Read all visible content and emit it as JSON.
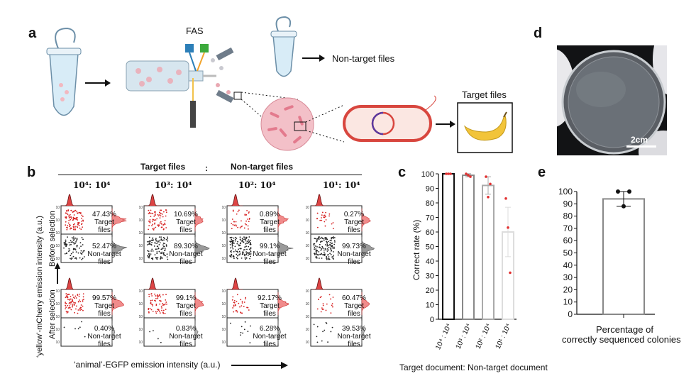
{
  "panel_letters": [
    "a",
    "b",
    "c",
    "d",
    "e"
  ],
  "panel_a": {
    "fas_label": "FAS",
    "non_target_label": "Non-target files",
    "target_label": "Target files"
  },
  "panel_b": {
    "header_target": "Target files",
    "header_colon": ":",
    "header_non_target": "Non-target files",
    "ratio_labels": [
      "10⁴: 10⁴",
      "10³: 10⁴",
      "10²: 10⁴",
      "10¹: 10⁴"
    ],
    "y_axis_label": "‘yellow’-mCherry emission intensity (a.u.)",
    "x_axis_label": "‘animal’-EGFP emission intensity (a.u.)",
    "row_before": "Before selection",
    "row_after": "After selection",
    "target_word": "Target",
    "files_word": "files",
    "non_target_word": "Non-target",
    "before_target_pct": [
      "47.43%",
      "10.69%",
      "0.89%",
      "0.27%"
    ],
    "before_nontarget_pct": [
      "52.47%",
      "89.30%",
      "99.1%",
      "99.73%"
    ],
    "after_target_pct": [
      "99.57%",
      "99.1%",
      "92.17%",
      "60.47%"
    ],
    "after_nontarget_pct": [
      "0.40%",
      "0.83%",
      "6.28%",
      "39.53%"
    ]
  },
  "panel_c": {
    "y_label": "Correct rate (%)",
    "x_caption": "Target document: Non-target document"
  },
  "panel_d": {
    "scale_label": "2cm"
  },
  "panel_e": {
    "x_label_line1": "Percentage of",
    "x_label_line2": "correctly sequenced colonies"
  },
  "chart_data": [
    {
      "type": "bar",
      "categories": [
        "10⁴ : 10⁴",
        "10³ : 10⁴",
        "10² : 10⁴",
        "10¹ : 10⁴"
      ],
      "values": [
        100,
        99,
        92,
        60
      ],
      "errors": [
        0.3,
        1,
        6,
        17
      ],
      "points": [
        [
          100,
          100,
          100
        ],
        [
          100,
          99,
          98
        ],
        [
          98,
          84,
          93
        ],
        [
          83,
          63,
          32
        ]
      ],
      "ylabel": "Correct rate (%)",
      "xlabel": "Target document: Non-target document",
      "ylim": [
        0,
        100
      ],
      "yticks": [
        0,
        10,
        20,
        30,
        40,
        50,
        60,
        70,
        80,
        90,
        100
      ],
      "colors": [
        "#111111",
        "#888888",
        "#aaaaaa",
        "#dddddd"
      ]
    },
    {
      "type": "bar",
      "categories": [
        "Percentage of correctly sequenced colonies"
      ],
      "values": [
        94
      ],
      "errors": [
        6
      ],
      "points": [
        [
          100,
          100,
          88
        ]
      ],
      "ylim": [
        0,
        100
      ],
      "yticks": [
        0,
        10,
        20,
        30,
        40,
        50,
        60,
        70,
        80,
        90,
        100
      ]
    }
  ]
}
